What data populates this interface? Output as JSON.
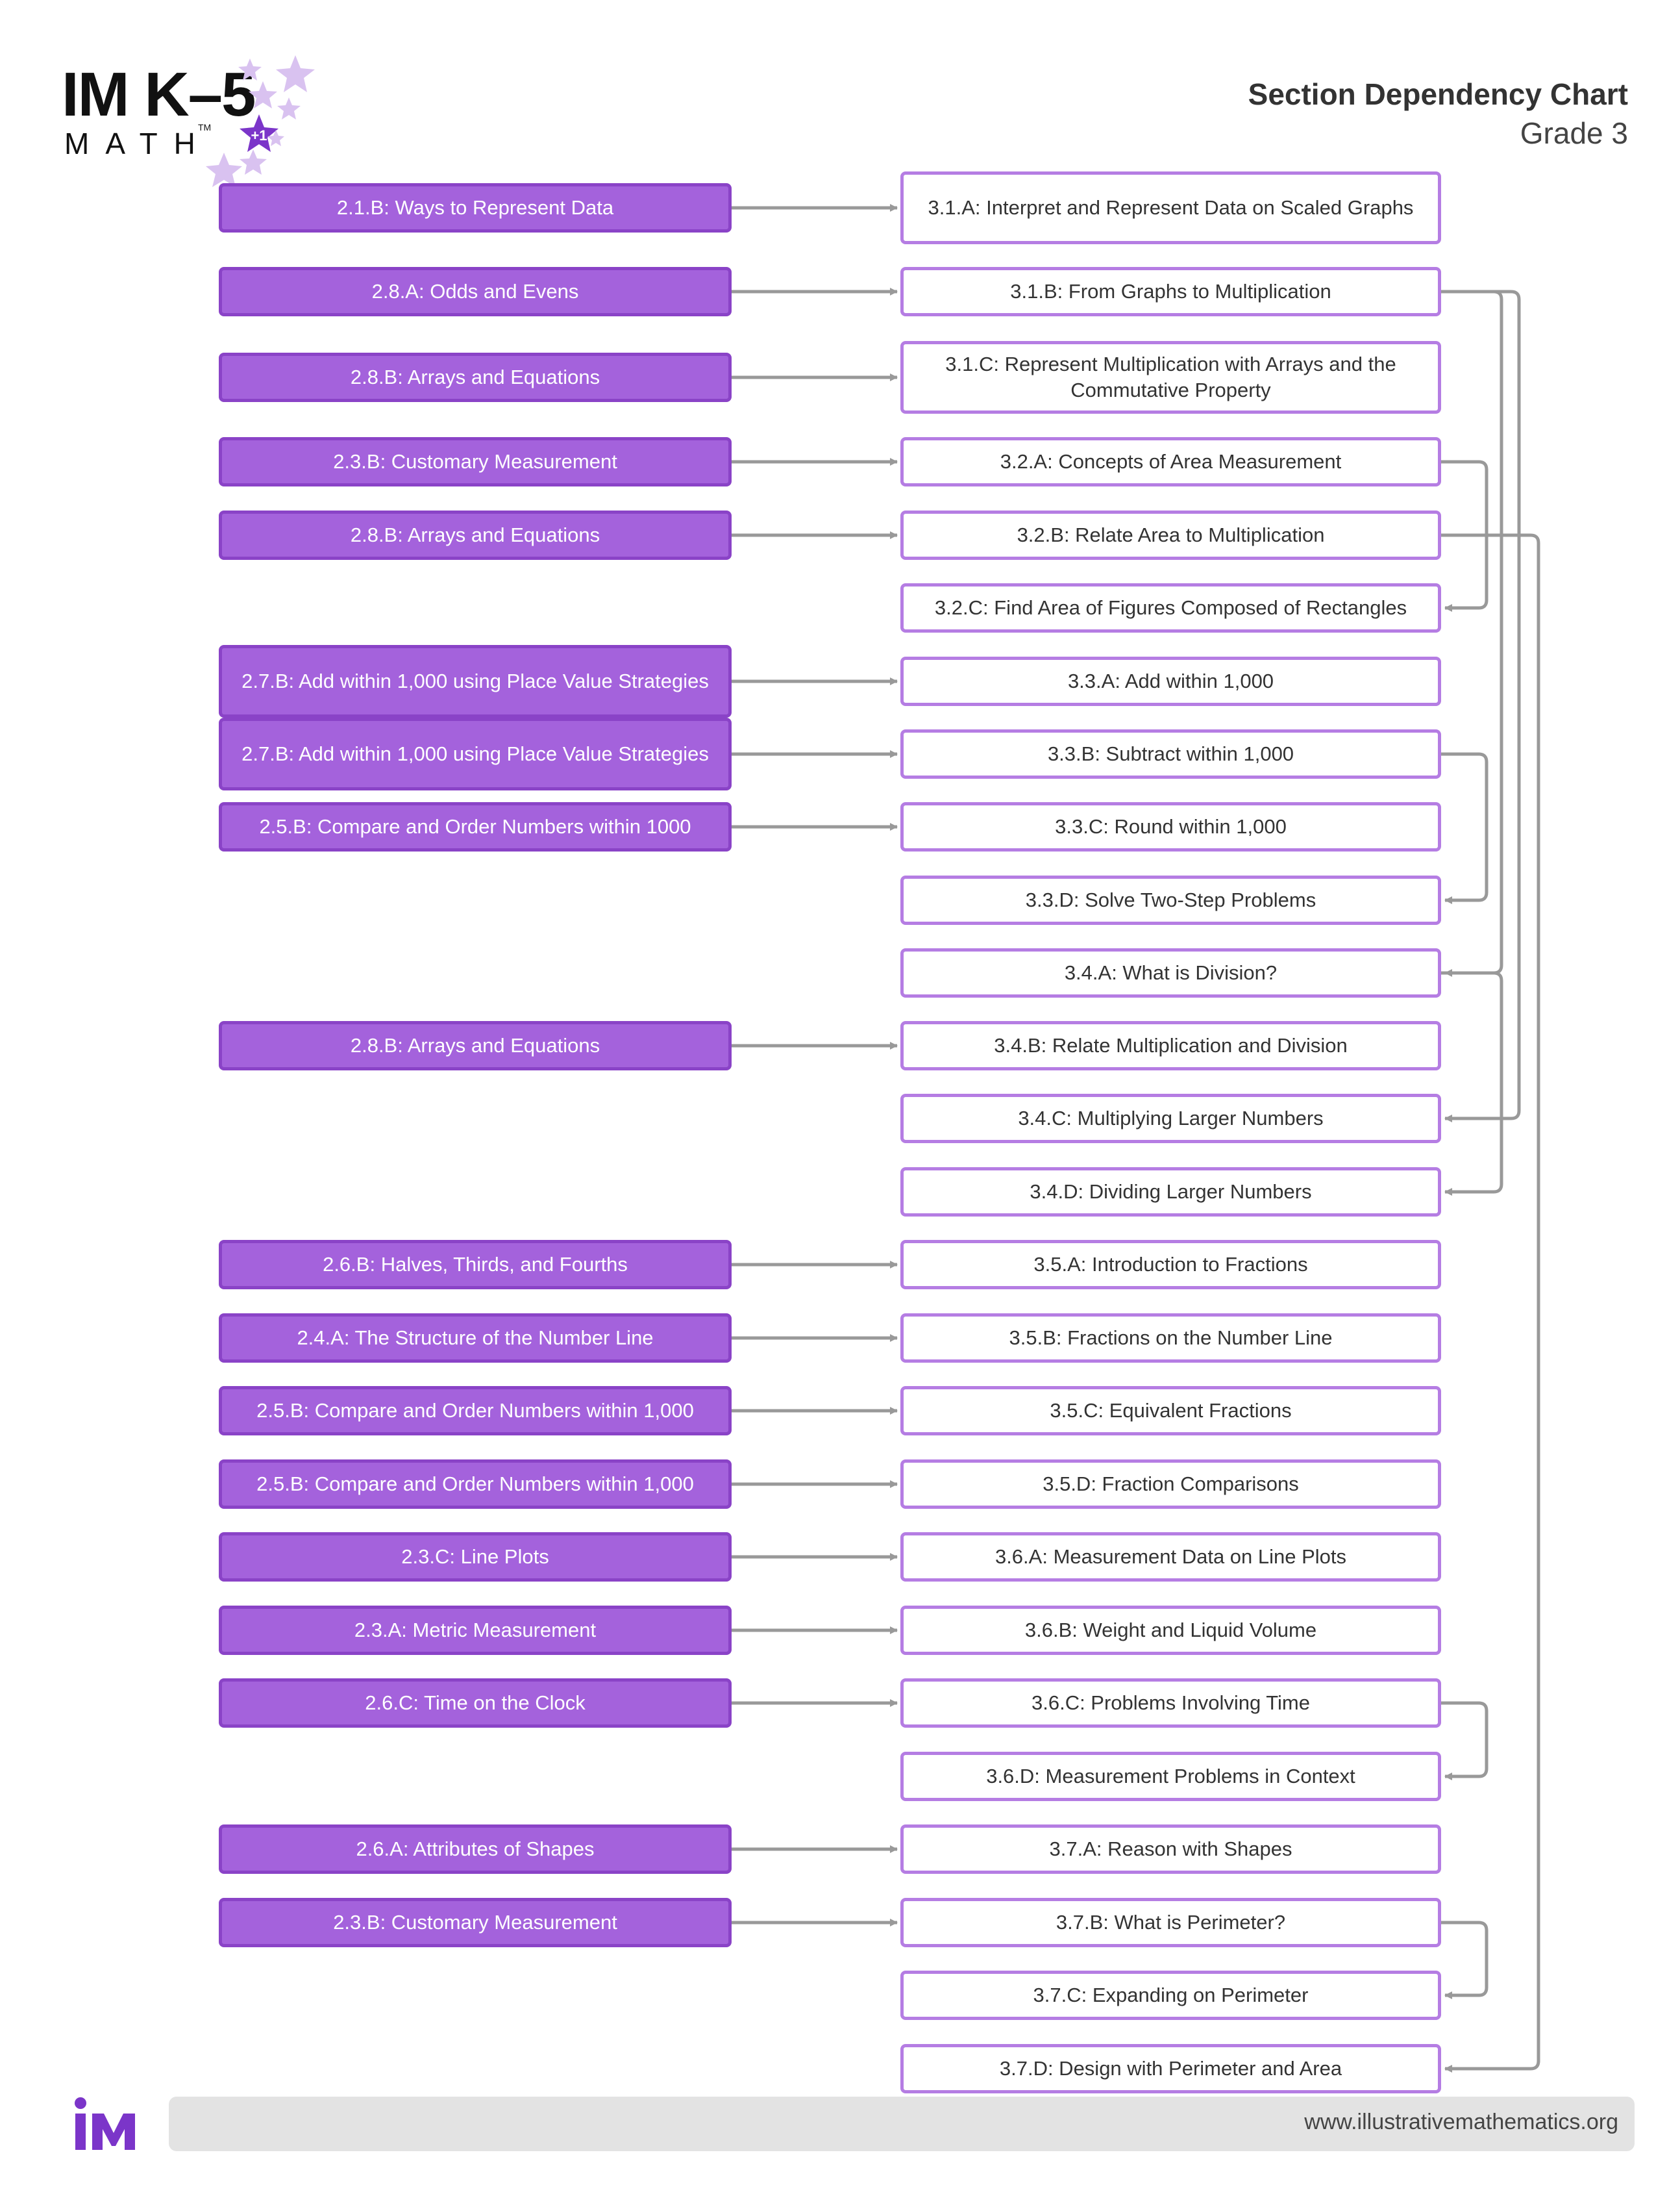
{
  "header": {
    "title": "Section Dependency Chart",
    "subtitle": "Grade 3",
    "logo_im": "IM K–5",
    "logo_math": "MATH",
    "logo_tm": "TM"
  },
  "prereqs": [
    {
      "id": "p1",
      "label": "2.1.B: Ways to Represent Data"
    },
    {
      "id": "p2",
      "label": "2.8.A: Odds and Evens"
    },
    {
      "id": "p3",
      "label": "2.8.B: Arrays and Equations"
    },
    {
      "id": "p4",
      "label": "2.3.B: Customary Measurement"
    },
    {
      "id": "p5",
      "label": "2.8.B: Arrays and Equations"
    },
    {
      "id": "p6",
      "label": "2.7.B: Add within 1,000 using Place Value Strategies"
    },
    {
      "id": "p7",
      "label": "2.7.B: Add within 1,000 using Place Value Strategies"
    },
    {
      "id": "p8",
      "label": "2.5.B: Compare and Order Numbers within 1000"
    },
    {
      "id": "p9",
      "label": "2.8.B: Arrays and Equations"
    },
    {
      "id": "p10",
      "label": "2.6.B: Halves, Thirds, and Fourths"
    },
    {
      "id": "p11",
      "label": "2.4.A: The Structure of the Number Line"
    },
    {
      "id": "p12",
      "label": "2.5.B: Compare and Order Numbers within 1,000"
    },
    {
      "id": "p13",
      "label": "2.5.B: Compare and Order Numbers within 1,000"
    },
    {
      "id": "p14",
      "label": "2.3.C: Line Plots"
    },
    {
      "id": "p15",
      "label": "2.3.A: Metric Measurement"
    },
    {
      "id": "p16",
      "label": "2.6.C: Time on the Clock"
    },
    {
      "id": "p17",
      "label": "2.6.A: Attributes of Shapes"
    },
    {
      "id": "p18",
      "label": "2.3.B: Customary Measurement"
    }
  ],
  "sections": [
    {
      "id": "3.1.A",
      "label": "3.1.A: Interpret and Represent Data on Scaled Graphs"
    },
    {
      "id": "3.1.B",
      "label": "3.1.B: From Graphs to Multiplication"
    },
    {
      "id": "3.1.C",
      "label": "3.1.C: Represent Multiplication with Arrays and the Commutative Property"
    },
    {
      "id": "3.2.A",
      "label": "3.2.A: Concepts of Area Measurement"
    },
    {
      "id": "3.2.B",
      "label": "3.2.B: Relate Area to Multiplication"
    },
    {
      "id": "3.2.C",
      "label": "3.2.C: Find Area of Figures Composed of Rectangles"
    },
    {
      "id": "3.3.A",
      "label": "3.3.A: Add within 1,000"
    },
    {
      "id": "3.3.B",
      "label": "3.3.B: Subtract within 1,000"
    },
    {
      "id": "3.3.C",
      "label": "3.3.C: Round within 1,000"
    },
    {
      "id": "3.3.D",
      "label": "3.3.D: Solve Two-Step Problems"
    },
    {
      "id": "3.4.A",
      "label": "3.4.A: What is Division?"
    },
    {
      "id": "3.4.B",
      "label": "3.4.B: Relate Multiplication and Division"
    },
    {
      "id": "3.4.C",
      "label": "3.4.C: Multiplying Larger Numbers"
    },
    {
      "id": "3.4.D",
      "label": "3.4.D: Dividing Larger Numbers"
    },
    {
      "id": "3.5.A",
      "label": "3.5.A: Introduction to Fractions"
    },
    {
      "id": "3.5.B",
      "label": "3.5.B: Fractions on the Number Line"
    },
    {
      "id": "3.5.C",
      "label": "3.5.C: Equivalent Fractions"
    },
    {
      "id": "3.5.D",
      "label": "3.5.D: Fraction Comparisons"
    },
    {
      "id": "3.6.A",
      "label": "3.6.A: Measurement Data on Line Plots"
    },
    {
      "id": "3.6.B",
      "label": "3.6.B: Weight and Liquid Volume"
    },
    {
      "id": "3.6.C",
      "label": "3.6.C: Problems Involving Time"
    },
    {
      "id": "3.6.D",
      "label": "3.6.D: Measurement Problems in Context"
    },
    {
      "id": "3.7.A",
      "label": "3.7.A: Reason with Shapes"
    },
    {
      "id": "3.7.B",
      "label": "3.7.B: What is Perimeter?"
    },
    {
      "id": "3.7.C",
      "label": "3.7.C: Expanding on Perimeter"
    },
    {
      "id": "3.7.D",
      "label": "3.7.D: Design with Perimeter and Area"
    }
  ],
  "prereq_edges": [
    [
      "p1",
      "3.1.A"
    ],
    [
      "p2",
      "3.1.B"
    ],
    [
      "p3",
      "3.1.C"
    ],
    [
      "p4",
      "3.2.A"
    ],
    [
      "p5",
      "3.2.B"
    ],
    [
      "p6",
      "3.3.A"
    ],
    [
      "p7",
      "3.3.B"
    ],
    [
      "p8",
      "3.3.C"
    ],
    [
      "p9",
      "3.4.B"
    ],
    [
      "p10",
      "3.5.A"
    ],
    [
      "p11",
      "3.5.B"
    ],
    [
      "p12",
      "3.5.C"
    ],
    [
      "p13",
      "3.5.D"
    ],
    [
      "p14",
      "3.6.A"
    ],
    [
      "p15",
      "3.6.B"
    ],
    [
      "p16",
      "3.6.C"
    ],
    [
      "p17",
      "3.7.A"
    ],
    [
      "p18",
      "3.7.B"
    ]
  ],
  "internal_edges": [
    [
      "3.1.B",
      "3.4.C"
    ],
    [
      "3.1.B",
      "3.4.A"
    ],
    [
      "3.2.A",
      "3.2.C"
    ],
    [
      "3.2.B",
      "3.7.D"
    ],
    [
      "3.3.B",
      "3.3.D"
    ],
    [
      "3.4.A",
      "3.4.D"
    ],
    [
      "3.6.C",
      "3.6.D"
    ],
    [
      "3.7.B",
      "3.7.C"
    ]
  ],
  "footer": {
    "url": "www.illustrativemathematics.org",
    "logo": "iM"
  },
  "colors": {
    "prereq_fill": "#a462dc",
    "prereq_border": "#8a43c7",
    "section_border": "#b57de3",
    "arrow": "#999999",
    "footer_bar": "#e3e3e3",
    "brand_purple": "#7b35c9"
  }
}
